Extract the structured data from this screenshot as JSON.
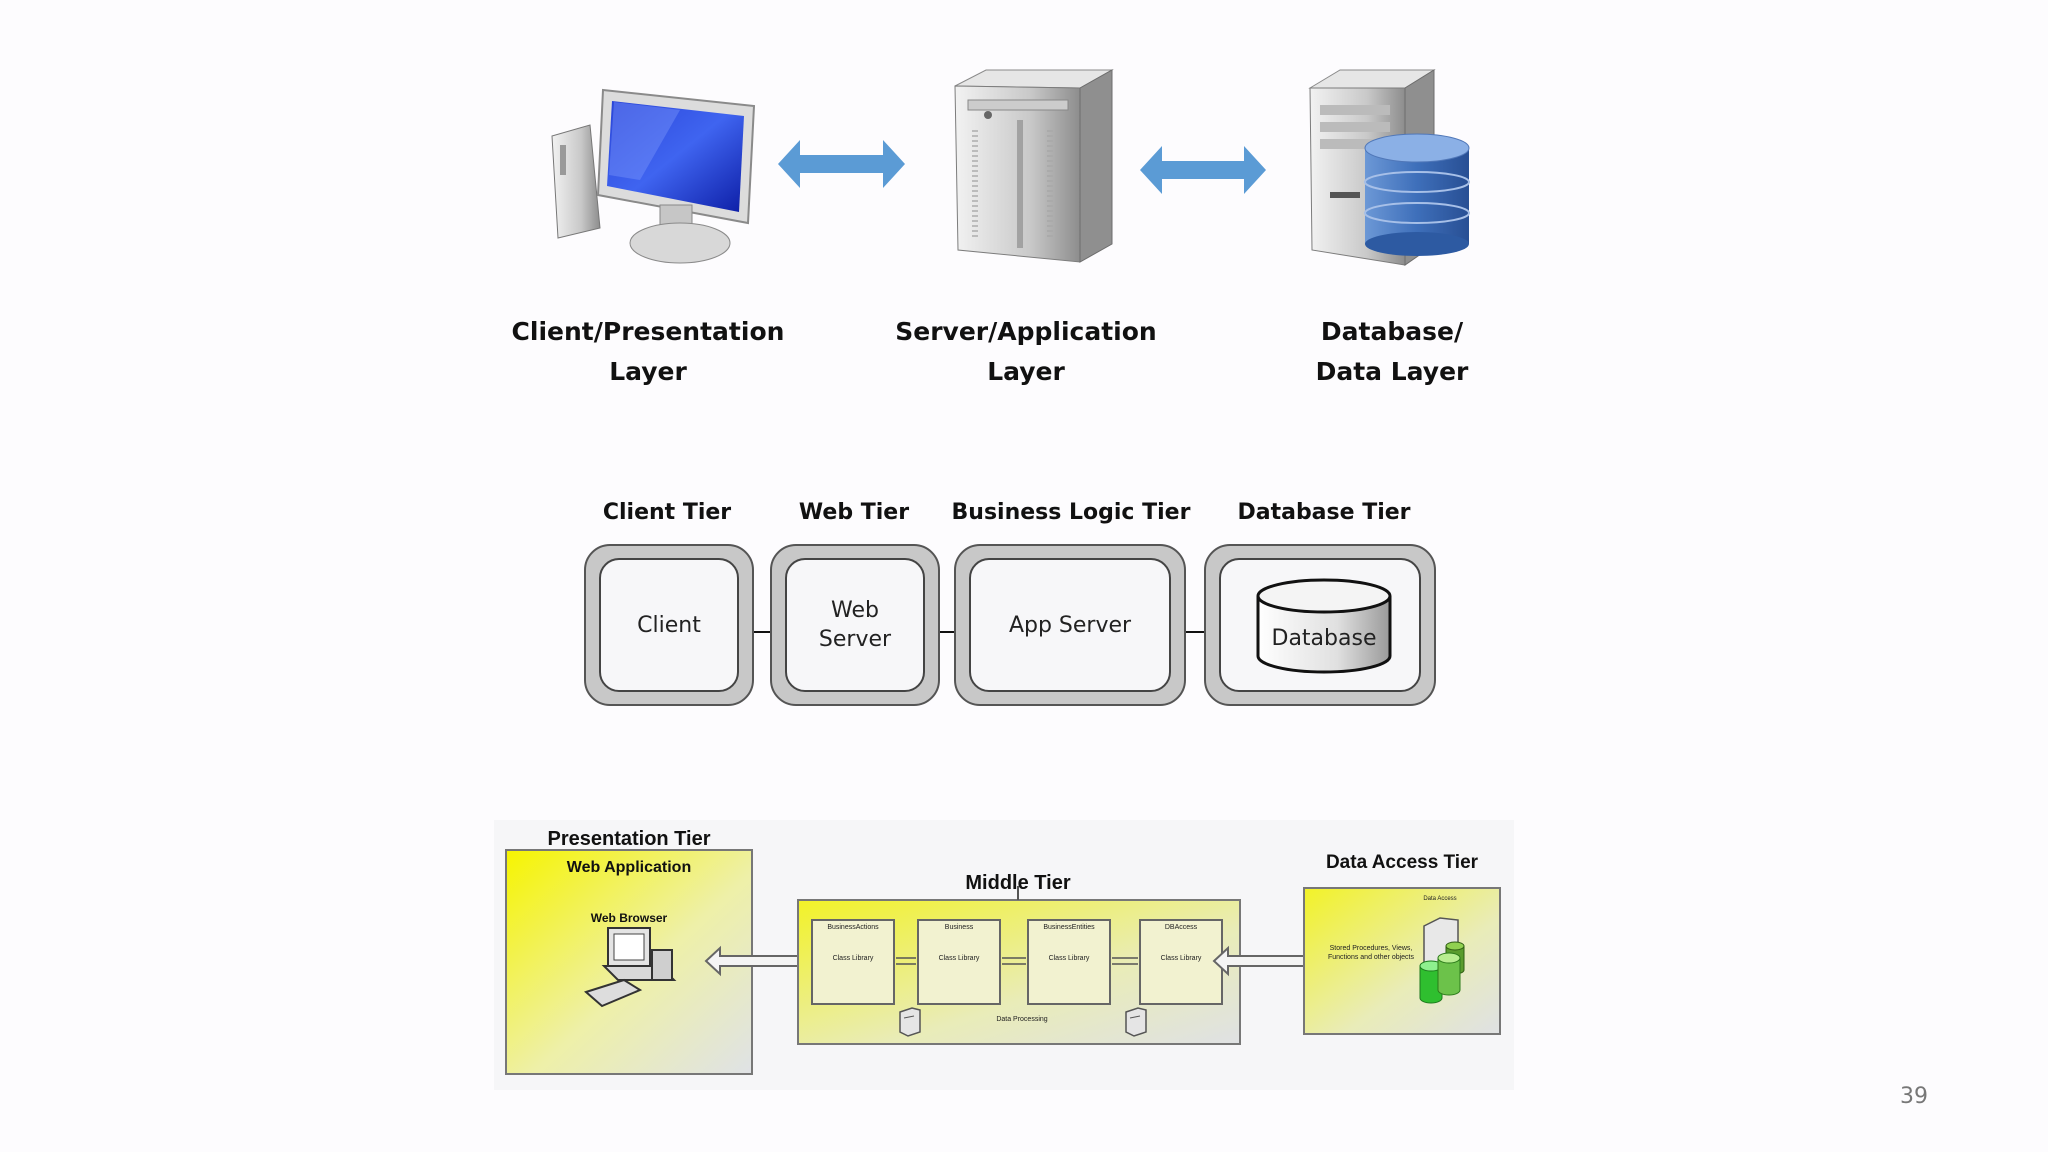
{
  "top": {
    "layers": [
      {
        "line1": "Client/Presentation",
        "line2": "Layer",
        "icon": "desktop-computer-icon"
      },
      {
        "line1": "Server/Application",
        "line2": "Layer",
        "icon": "tower-server-icon"
      },
      {
        "line1": "Database/",
        "line2": "Data Layer",
        "icon": "database-server-icon"
      }
    ],
    "arrow_color": "#5b9bd5"
  },
  "middle": {
    "tiers": [
      {
        "header": "Client Tier",
        "box_line1": "Client",
        "box_line2": ""
      },
      {
        "header": "Web Tier",
        "box_line1": "Web",
        "box_line2": "Server"
      },
      {
        "header": "Business Logic Tier",
        "box_line1": "App Server",
        "box_line2": ""
      },
      {
        "header": "Database Tier",
        "box_line1": "Database",
        "box_line2": ""
      }
    ]
  },
  "bottom": {
    "presentation": {
      "title": "Presentation Tier",
      "web_app": "Web Application",
      "browser": "Web Browser"
    },
    "middle": {
      "title": "Middle Tier",
      "components": [
        {
          "name": "BusinessActions",
          "type": "Class Library"
        },
        {
          "name": "Business",
          "type": "Class Library"
        },
        {
          "name": "BusinessEntities",
          "type": "Class Library"
        },
        {
          "name": "DBAccess",
          "type": "Class Library"
        }
      ],
      "data_processing": "Data Processing"
    },
    "data_access": {
      "title": "Data Access Tier",
      "data_access_label": "Data Access",
      "stored": "Stored Procedures, Views, Functions and other objects"
    }
  },
  "page_number": "39"
}
